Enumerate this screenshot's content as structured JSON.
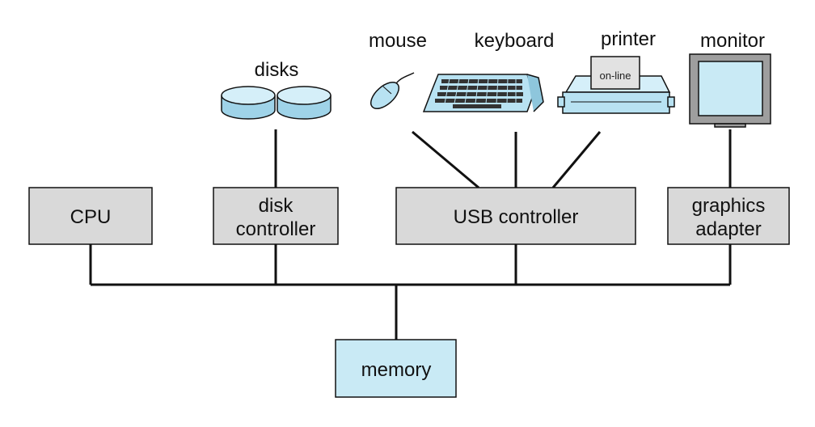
{
  "colors": {
    "box_fill": "#d9d9d9",
    "memory_fill": "#c9eaf5",
    "device_blue": "#b8e2f2",
    "line": "#111111"
  },
  "boxes": {
    "cpu": "CPU",
    "disk_controller": [
      "disk",
      "controller"
    ],
    "usb_controller": "USB controller",
    "graphics_adapter": [
      "graphics",
      "adapter"
    ],
    "memory": "memory"
  },
  "devices": {
    "disks": "disks",
    "mouse": "mouse",
    "keyboard": "keyboard",
    "printer": "printer",
    "printer_paper": "on-line",
    "monitor": "monitor"
  },
  "icons": [
    "disk-icon",
    "mouse-icon",
    "keyboard-icon",
    "printer-icon",
    "monitor-icon"
  ]
}
